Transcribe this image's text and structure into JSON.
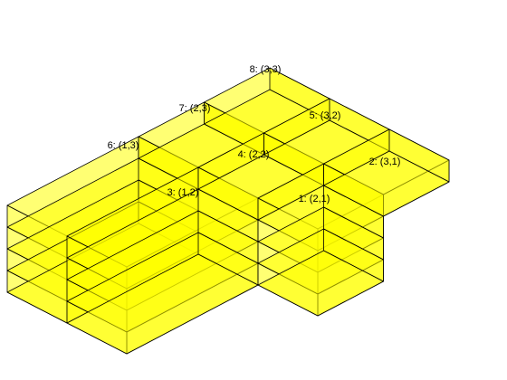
{
  "diagram": {
    "fill_color": "#ffff00",
    "edge_color": "#000000",
    "layers": 4,
    "cells": [
      {
        "id": "cell-6",
        "label": "6: (1,3)",
        "layers": 4
      },
      {
        "id": "cell-7",
        "label": "7: (2,3)",
        "layers": 1
      },
      {
        "id": "cell-8",
        "label": "8: (3,3)",
        "layers": 1
      },
      {
        "id": "cell-3",
        "label": "3: (1,2)",
        "layers": 4
      },
      {
        "id": "cell-4",
        "label": "4: (2,2)",
        "layers": 1
      },
      {
        "id": "cell-5",
        "label": "5: (3,2)",
        "layers": 1
      },
      {
        "id": "cell-1",
        "label": "1: (2,1)",
        "layers": 4
      },
      {
        "id": "cell-2",
        "label": "2: (3,1)",
        "layers": 1
      }
    ]
  }
}
